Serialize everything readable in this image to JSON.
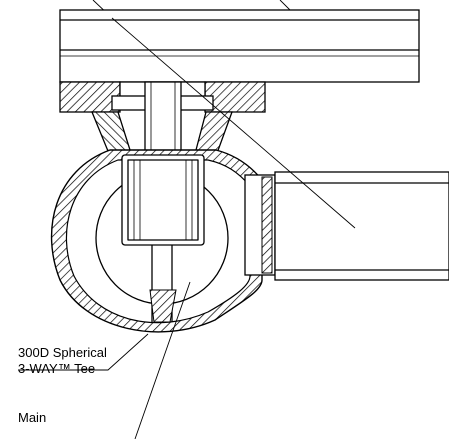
{
  "callouts": {
    "tee_line1": "300D Spherical",
    "tee_line2": "3-WAY™ Tee",
    "main": "Main"
  },
  "colors": {
    "ink": "#000000",
    "paper": "#ffffff"
  }
}
